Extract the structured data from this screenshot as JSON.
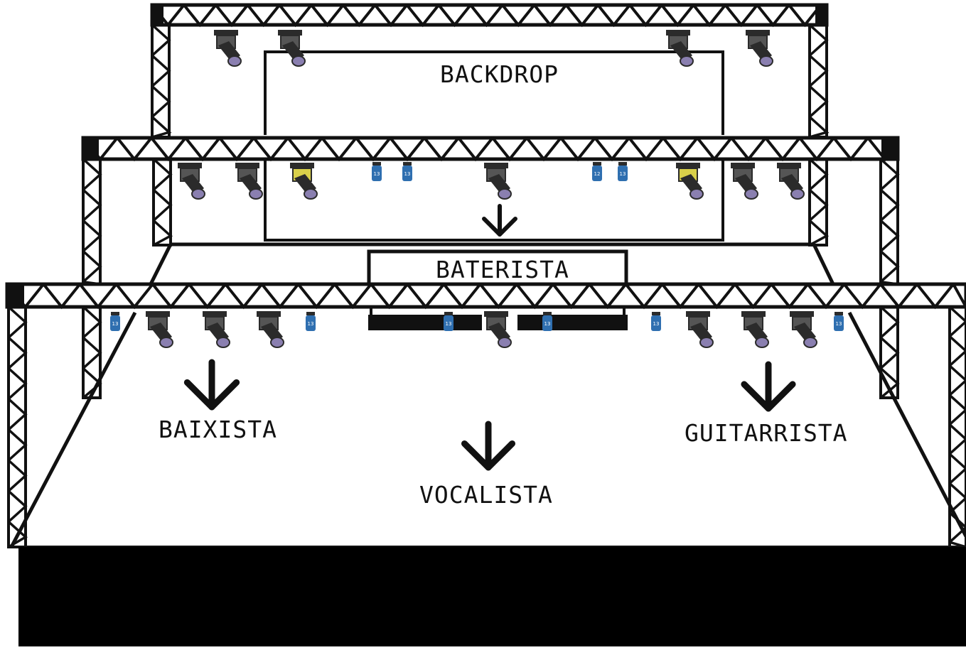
{
  "labels": {
    "backdrop": "BACKDROP",
    "drummer": "BATERISTA",
    "bassist": "BAIXISTA",
    "vocalist": "VOCALISTA",
    "guitarist": "GUITARRISTA"
  },
  "fixtures": {
    "moving_head_icon": "moving-head-light-icon",
    "par_icon": "par-can-light-icon",
    "par_number": "13",
    "par_number_alt": "12"
  },
  "colors": {
    "truss": "#111111",
    "fixture_body": "#2b2b2b",
    "fixture_lens": "#8a7fb0",
    "fixture_highlight": "#d9d04a",
    "par": "#2f6fb0",
    "deck": "#000000"
  }
}
